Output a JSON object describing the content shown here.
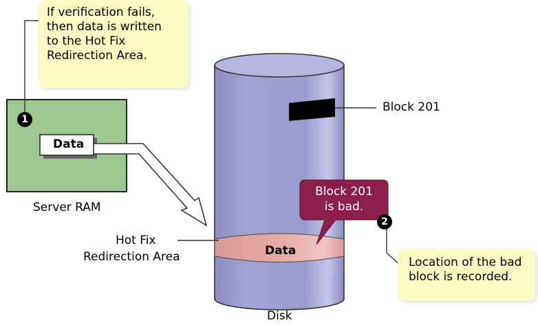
{
  "notes": {
    "verification_fail": [
      "If verification fails,",
      "then data is written",
      "to the Hot Fix",
      "Redirection Area."
    ],
    "bad_block_recorded": [
      "Location of the bad",
      "block is recorded."
    ]
  },
  "steps": {
    "step1": "1",
    "step2": "2"
  },
  "server_ram": {
    "label": "Server RAM",
    "data_label": "Data"
  },
  "disk": {
    "label": "Disk",
    "block_label": "Block 201",
    "hotfix_label": [
      "Hot Fix",
      "Redirection Area"
    ],
    "hotfix_data_label": "Data"
  },
  "callout": {
    "lines": [
      "Block 201",
      "is bad."
    ],
    "color": "#8c1e4c"
  },
  "colors": {
    "ram_fill": "#9dc892",
    "disk_fill": "#9d9fcf",
    "hotfix_band": "#e3a5a0",
    "note_fill": "#fdfbc4"
  }
}
